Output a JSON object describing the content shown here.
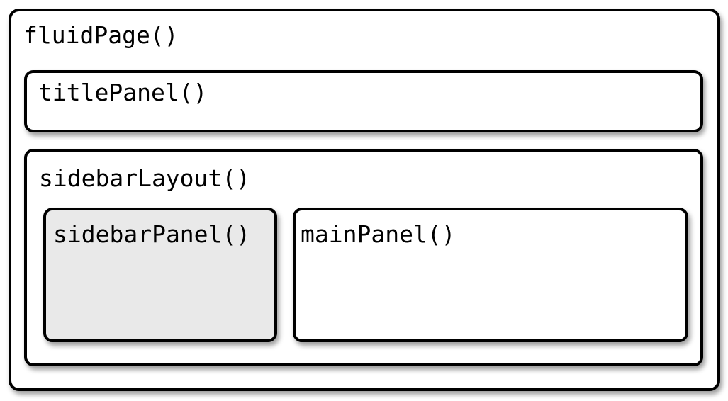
{
  "diagram": {
    "boxes": {
      "fluidPage": {
        "label": "fluidPage()"
      },
      "titlePanel": {
        "label": "titlePanel()"
      },
      "sidebarLayout": {
        "label": "sidebarLayout()"
      },
      "sidebarPanel": {
        "label": "sidebarPanel()"
      },
      "mainPanel": {
        "label": "mainPanel()"
      }
    },
    "colors": {
      "border": "#000000",
      "box_fill": "#ffffff",
      "sidebar_panel_fill": "#e9e9e9",
      "page_background": "#ffffff",
      "shadow": "rgba(0,0,0,0.38)"
    }
  }
}
